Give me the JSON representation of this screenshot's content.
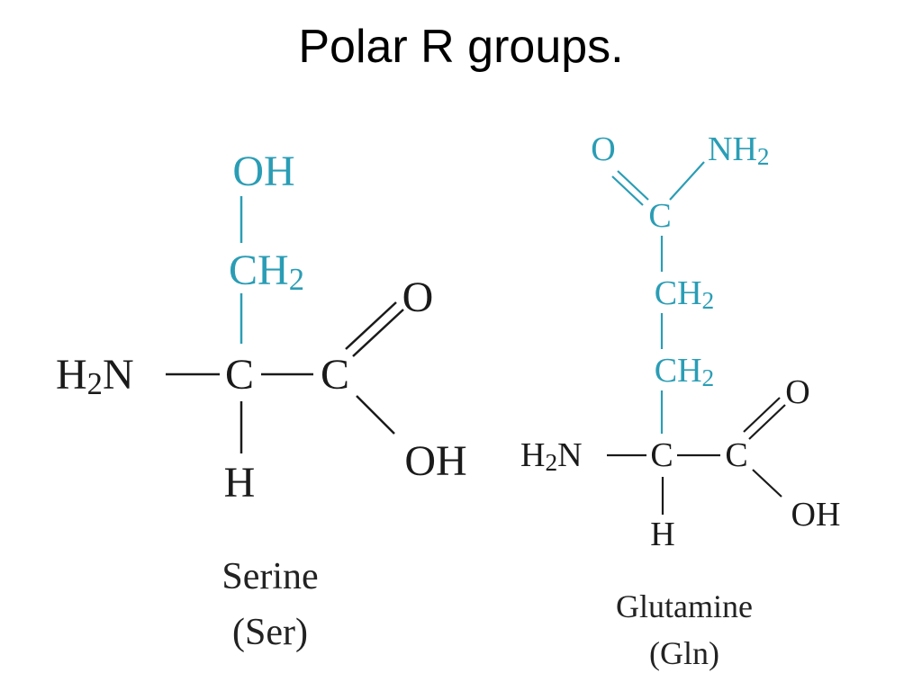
{
  "title": "Polar R groups.",
  "colors": {
    "r_group": "#2a9db5",
    "backbone": "#1a1a1a"
  },
  "serine": {
    "r_group": {
      "hydroxyl": "OH",
      "methylene": "CH",
      "methylene_sub": "2"
    },
    "backbone": {
      "amine": "H",
      "amine_sub": "2",
      "amine_n": "N",
      "alpha_carbon": "C",
      "carboxyl_carbon": "C",
      "carbonyl_oxygen": "O",
      "hydroxyl": "OH",
      "alpha_hydrogen": "H"
    },
    "name": "Serine",
    "abbr": "(Ser)"
  },
  "glutamine": {
    "r_group": {
      "amide_oxygen": "O",
      "amide_nitrogen": "NH",
      "amide_nitrogen_sub": "2",
      "amide_carbon": "C",
      "methylene_1": "CH",
      "methylene_1_sub": "2",
      "methylene_2": "CH",
      "methylene_2_sub": "2"
    },
    "backbone": {
      "amine": "H",
      "amine_sub": "2",
      "amine_n": "N",
      "alpha_carbon": "C",
      "carboxyl_carbon": "C",
      "carbonyl_oxygen": "O",
      "hydroxyl": "OH",
      "alpha_hydrogen": "H"
    },
    "name": "Glutamine",
    "abbr": "(Gln)"
  }
}
